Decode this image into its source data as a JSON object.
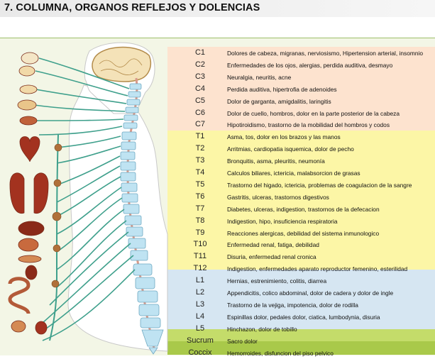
{
  "title": "7. COLUMNA, ORGANOS REFLEJOS Y DOLENCIAS",
  "colors": {
    "cervical": "#fde3cf",
    "thoracic": "#fcf6a6",
    "lumbar": "#d6e6f2",
    "sacral": "#c4dc6a",
    "coccyx": "#a9c94a",
    "nerve": "#3fa08c",
    "vertebra": "#bfe3f2",
    "organ": "#a3321f"
  },
  "segments": [
    {
      "code": "C1",
      "desc": "Dolores de cabeza, migranas, nerviosismo, Hipertension arterial, insomnio",
      "region": "cervical"
    },
    {
      "code": "C2",
      "desc": "Enfermedades de los ojos, alergias, perdida auditiva, desmayo",
      "region": "cervical"
    },
    {
      "code": "C3",
      "desc": "Neuralgia, neuritis, acne",
      "region": "cervical"
    },
    {
      "code": "C4",
      "desc": "Perdida auditiva, hipertrofia de adenoides",
      "region": "cervical"
    },
    {
      "code": "C5",
      "desc": "Dolor de garganta, amigdalitis, laringitis",
      "region": "cervical"
    },
    {
      "code": "C6",
      "desc": "Dolor de cuello, hombros, dolor en la parte posterior de la cabeza",
      "region": "cervical"
    },
    {
      "code": "C7",
      "desc": "Hipotiroidismo, trastorno de la mobilidad del hombros y codos",
      "region": "cervical"
    },
    {
      "code": "T1",
      "desc": "Asma, tos, dolor en los brazos y las manos",
      "region": "thoracic"
    },
    {
      "code": "T2",
      "desc": "Arritmias, cardiopatia isquemica, dolor de pecho",
      "region": "thoracic"
    },
    {
      "code": "T3",
      "desc": "Bronquitis, asma, pleuritis, neumonía",
      "region": "thoracic"
    },
    {
      "code": "T4",
      "desc": "Calculos biliares, ictericia, malabsorcion de grasas",
      "region": "thoracic"
    },
    {
      "code": "T5",
      "desc": "Trastorno del higado, ictericia, problemas de coagulacion de la sangre",
      "region": "thoracic"
    },
    {
      "code": "T6",
      "desc": "Gastritis, ulceras, trastornos digestivos",
      "region": "thoracic"
    },
    {
      "code": "T7",
      "desc": "Diabetes, ulceras, indigestion, trastornos de la defecacion",
      "region": "thoracic"
    },
    {
      "code": "T8",
      "desc": "Indigestion, hipo, insuficiencia respiratoria",
      "region": "thoracic"
    },
    {
      "code": "T9",
      "desc": "Reacciones alergicas, debilidad del sistema inmunologico",
      "region": "thoracic"
    },
    {
      "code": "T10",
      "desc": "Enfermedad renal, fatiga, debilidad",
      "region": "thoracic"
    },
    {
      "code": "T11",
      "desc": "Disuria, enfermedad renal cronica",
      "region": "thoracic"
    },
    {
      "code": "T12",
      "desc": "Indigestion, enfermedades aparato reproductor femenino, esterilidad",
      "region": "thoracic"
    },
    {
      "code": "L1",
      "desc": "Hernias, estrenimiento, colitis, diarrea",
      "region": "lumbar"
    },
    {
      "code": "L2",
      "desc": "Appendicitis, colico abdominal, dolor de cadera y dolor de ingle",
      "region": "lumbar"
    },
    {
      "code": "L3",
      "desc": "Trastorno de la vejiga, impotencia, dolor de rodilla",
      "region": "lumbar"
    },
    {
      "code": "L4",
      "desc": "Espinillas dolor, pedales dolor, ciatica, lumbodynia, disuria",
      "region": "lumbar"
    },
    {
      "code": "L5",
      "desc": "Hinchazon, dolor de tobillo",
      "region": "lumbar"
    },
    {
      "code": "Sucrum",
      "desc": "Sacro dolor",
      "region": "sacral"
    },
    {
      "code": "Coccix",
      "desc": "Hemorroides, disfuncion del piso pelvico",
      "region": "coccyx"
    }
  ]
}
